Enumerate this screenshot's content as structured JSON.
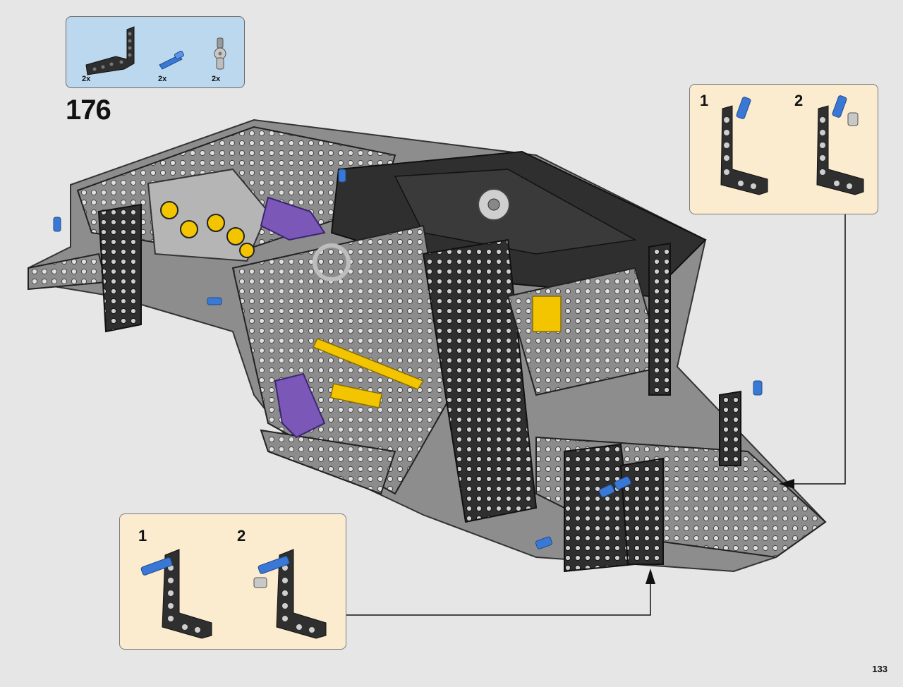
{
  "parts_callout": {
    "items": [
      {
        "part": "l-beam-icon",
        "quantity": "2x"
      },
      {
        "part": "blue-axle-pin-icon",
        "quantity": "2x"
      },
      {
        "part": "gray-axle-connector-icon",
        "quantity": "2x"
      }
    ]
  },
  "step": {
    "number": "176"
  },
  "sub_steps_right": {
    "steps": [
      "1",
      "2"
    ]
  },
  "sub_steps_left": {
    "steps": [
      "1",
      "2"
    ]
  },
  "page": {
    "number": "133"
  },
  "colors": {
    "parts_bg": "#bcd8ee",
    "substep_bg": "#fbecd0",
    "page_bg": "#e6e6e6",
    "beam_dark": "#333333",
    "pin_blue": "#3a78d6",
    "accent_yellow": "#f2c500",
    "accent_purple": "#7b57b8"
  }
}
